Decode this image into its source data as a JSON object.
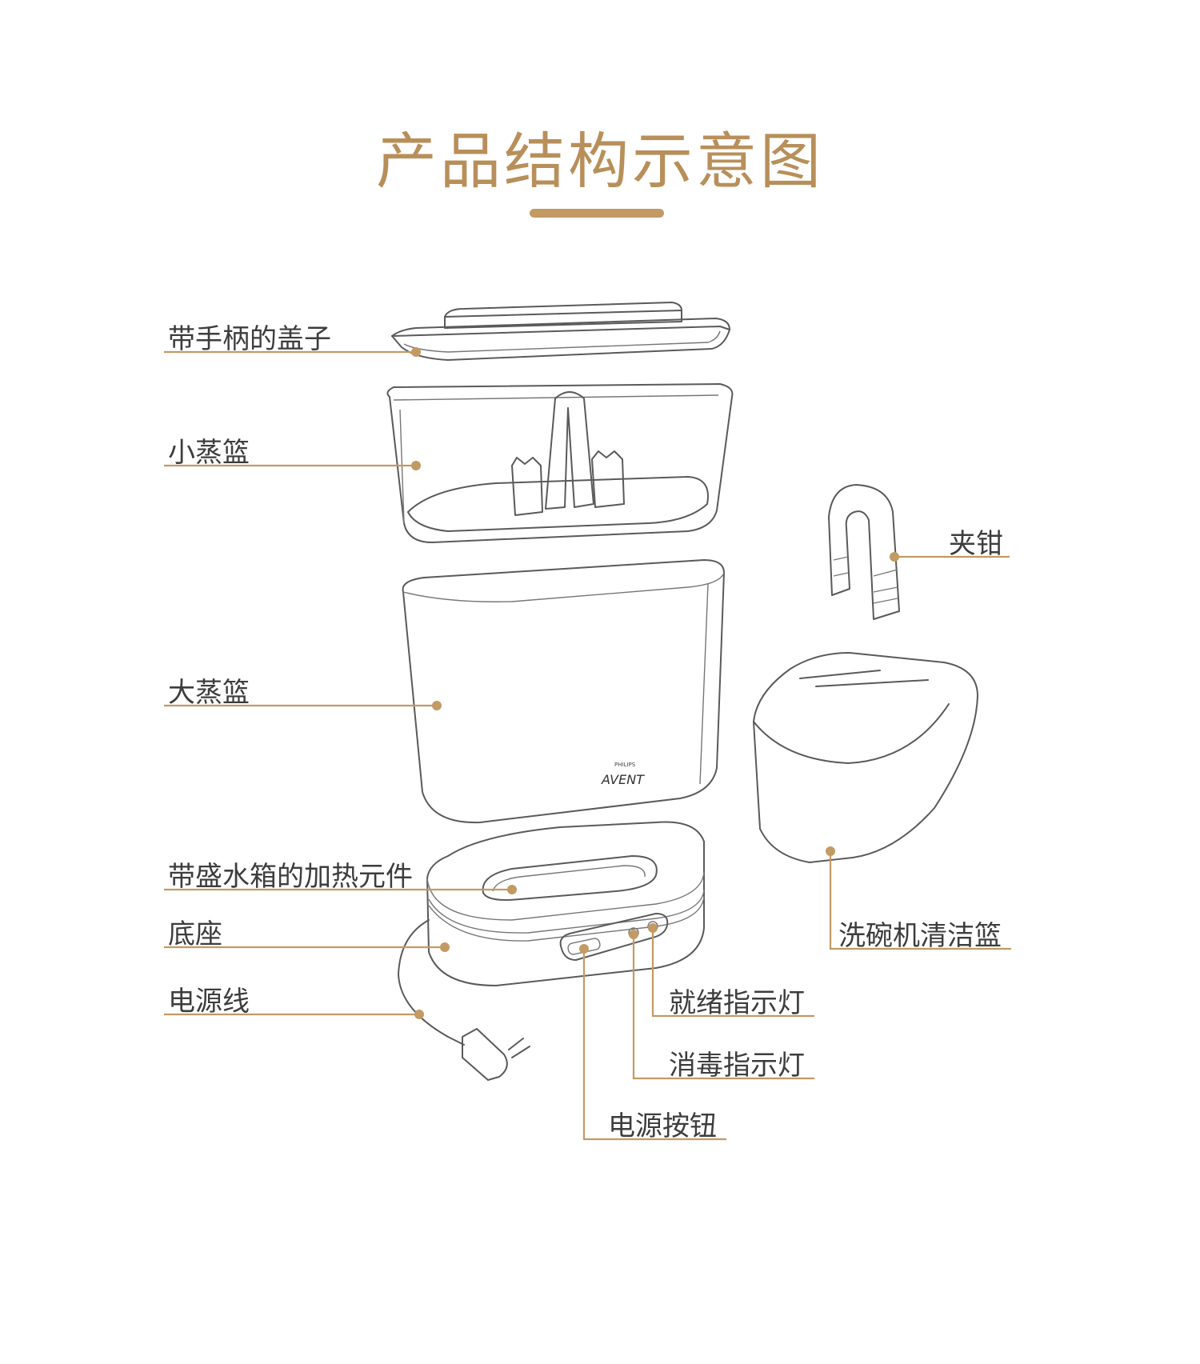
{
  "title": "产品结构示意图",
  "brand": {
    "top": "PHILIPS",
    "main": "AVENT"
  },
  "labels": {
    "lid": "带手柄的盖子",
    "small_basket": "小蒸篮",
    "large_basket": "大蒸篮",
    "heating": "带盛水箱的加热元件",
    "base": "底座",
    "cord": "电源线",
    "clip": "夹钳",
    "dishwasher_basket": "洗碗机清洁篮",
    "ready_light": "就绪指示灯",
    "sterilize_light": "消毒指示灯",
    "power_button": "电源按钮"
  },
  "colors": {
    "accent": "#c39a63",
    "title": "#b88f5a",
    "line": "#5a5a5a",
    "text": "#3d3d3d"
  }
}
